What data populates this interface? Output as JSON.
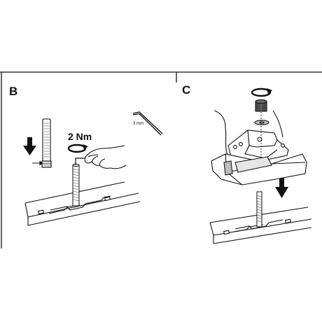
{
  "panels": [
    {
      "letter": "B",
      "torque_label": "2 Nm",
      "tool_size_label": "3 mm"
    },
    {
      "letter": "C"
    }
  ],
  "colors": {
    "line": "#111111",
    "fill": "#ffffff",
    "shade": "#bdbdbd",
    "dark": "#222222"
  }
}
